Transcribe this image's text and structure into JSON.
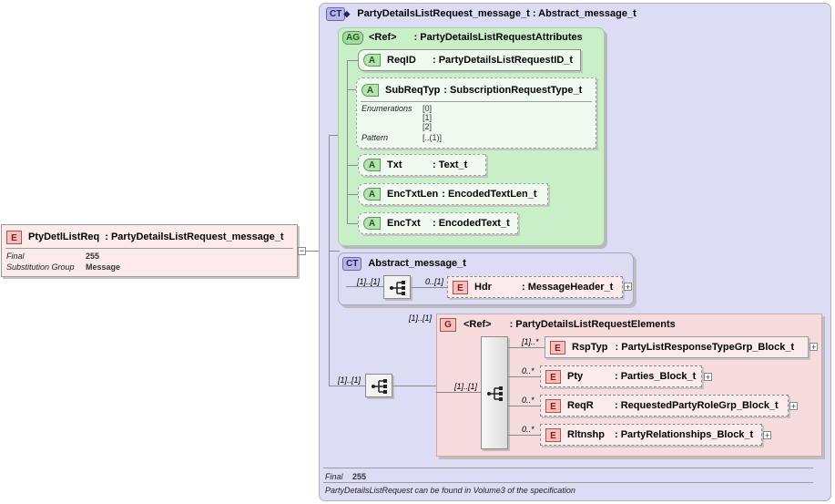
{
  "root": {
    "badge": "E",
    "name": "PtyDetlListReq",
    "type": ": PartyDetailsListRequest_message_t",
    "props": [
      {
        "label": "Final",
        "value": "255"
      },
      {
        "label": "Substitution Group",
        "value": "Message"
      }
    ],
    "collapse": "−"
  },
  "complex_type": {
    "badge": "CT",
    "title": "PartyDetailsListRequest_message_t : Abstract_message_t",
    "footer_label": "Final",
    "footer_value": "255",
    "note": "PartyDetailsListRequest can be found in Volume3 of the specification"
  },
  "attribute_group": {
    "badge": "AG",
    "ref": "<Ref>",
    "type": ": PartyDetailsListRequestAttributes",
    "attributes": [
      {
        "badge": "A",
        "name": "ReqID",
        "type": ": PartyDetailsListRequestID_t"
      },
      {
        "badge": "A",
        "name": "SubReqTyp",
        "type": ": SubscriptionRequestType_t",
        "enum_label": "Enumerations",
        "enums": [
          "[0]",
          "[1]",
          "[2]"
        ],
        "pattern_label": "Pattern",
        "pattern": "[..(1)]"
      },
      {
        "badge": "A",
        "name": "Txt",
        "type": ": Text_t"
      },
      {
        "badge": "A",
        "name": "EncTxtLen",
        "type": ": EncodedTextLen_t"
      },
      {
        "badge": "A",
        "name": "EncTxt",
        "type": ": EncodedText_t"
      }
    ]
  },
  "abstract_message": {
    "badge": "CT",
    "title": "Abstract_message_t",
    "occ_seq": "[1]..[1]",
    "hdr": {
      "badge": "E",
      "occ": "0..[1]",
      "name": "Hdr",
      "type": ": MessageHeader_t",
      "plus": "+"
    }
  },
  "sequence_outer": {
    "occ": "[1]..[1]"
  },
  "group": {
    "badge": "G",
    "occ": "[1]..[1]",
    "ref": "<Ref>",
    "type": ": PartyDetailsListRequestElements",
    "seq_occ": "[1]..[1]",
    "elements": [
      {
        "badge": "E",
        "occ": "[1]..*",
        "name": "RspTyp",
        "type": ": PartyListResponseTypeGrp_Block_t",
        "plus": "+"
      },
      {
        "badge": "E",
        "occ": "0..*",
        "name": "Pty",
        "type": ": Parties_Block_t",
        "plus": "+"
      },
      {
        "badge": "E",
        "occ": "0..*",
        "name": "ReqR",
        "type": ": RequestedPartyRoleGrp_Block_t",
        "plus": "+"
      },
      {
        "badge": "E",
        "occ": "0..*",
        "name": "Rltnshp",
        "type": ": PartyRelationships_Block_t",
        "plus": "+"
      }
    ]
  }
}
